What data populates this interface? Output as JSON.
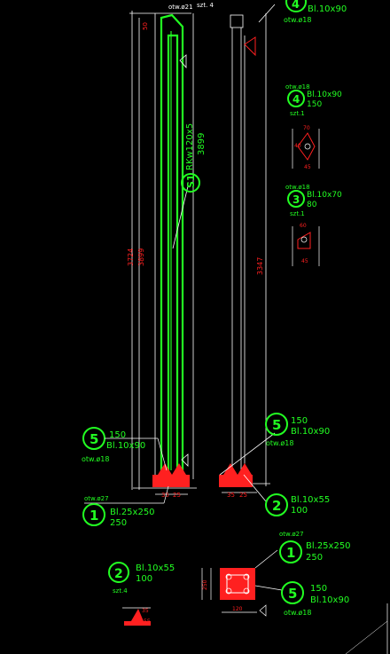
{
  "header": {
    "top_label": "szt. 4",
    "top_hole": "otw.ø21"
  },
  "column": {
    "profile": "RKw120x5",
    "length": "3899",
    "dim_total": "3724",
    "dim_inner": "3899",
    "dim_right": "3347"
  },
  "callouts": {
    "c4_top": {
      "num": "4",
      "plate": "Bl.10x90",
      "hole": "otw.ø18"
    },
    "c4": {
      "num": "4",
      "hole": "otw.ø18",
      "plate": "Bl.10x90",
      "len": "150",
      "qty": "szt.1"
    },
    "c3": {
      "num": "3",
      "hole": "otw.ø18",
      "plate": "Bl.10x70",
      "len": "80",
      "qty": "szt.1"
    },
    "c5_left": {
      "num": "5",
      "len": "150",
      "plate": "Bl.10x90",
      "hole": "otw.ø18"
    },
    "c5_right": {
      "num": "5",
      "len": "150",
      "plate": "Bl.10x90",
      "hole": "otw.ø18"
    },
    "c1_left": {
      "num": "1",
      "hole": "otw.ø27",
      "plate": "Bl.25x250",
      "len": "250"
    },
    "c2_right": {
      "num": "2",
      "plate": "Bl.10x55",
      "len": "100"
    },
    "c2_bottom": {
      "num": "2",
      "plate": "Bl.10x55",
      "len": "100",
      "qty": "szt.4"
    },
    "c1_bottom": {
      "num": "1",
      "hole": "otw.ø27",
      "plate": "Bl.25x250",
      "len": "250"
    },
    "c5_bottom": {
      "num": "5",
      "len": "150",
      "plate": "Bl.10x90",
      "hole": "otw.ø18"
    }
  },
  "dims": {
    "d1": "35",
    "d2": "25",
    "base_w": "120",
    "base_h": "250",
    "small": "50"
  },
  "colors": {
    "bg": "#000000",
    "line": "#ffffff",
    "steel": "#22ff22",
    "dim": "#ff2020"
  }
}
